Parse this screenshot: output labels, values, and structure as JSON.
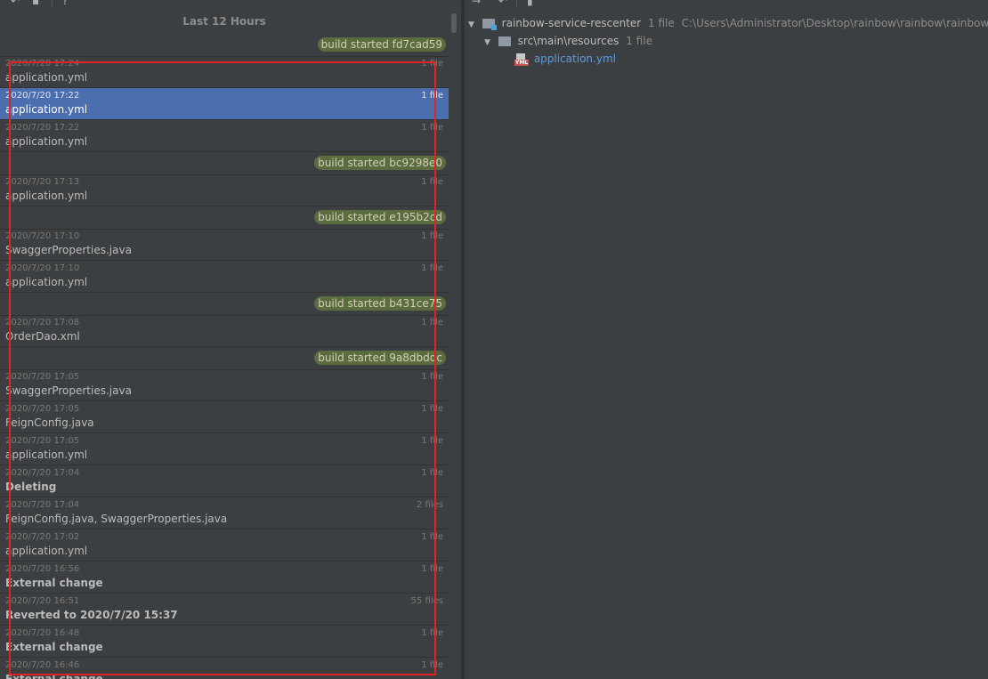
{
  "group_header": "Last 12 Hours",
  "history": [
    {
      "type": "build",
      "label": "build started fd7cad59"
    },
    {
      "type": "change",
      "time": "2020/7/20 17:24",
      "files": "1 file",
      "name": "application.yml",
      "bold": false,
      "selected": false
    },
    {
      "type": "change",
      "time": "2020/7/20 17:22",
      "files": "1 file",
      "name": "application.yml",
      "bold": false,
      "selected": true
    },
    {
      "type": "change",
      "time": "2020/7/20 17:22",
      "files": "1 file",
      "name": "application.yml",
      "bold": false,
      "selected": false
    },
    {
      "type": "build",
      "label": "build started bc9298e0"
    },
    {
      "type": "change",
      "time": "2020/7/20 17:13",
      "files": "1 file",
      "name": "application.yml",
      "bold": false,
      "selected": false
    },
    {
      "type": "build",
      "label": "build started e195b2cd"
    },
    {
      "type": "change",
      "time": "2020/7/20 17:10",
      "files": "1 file",
      "name": "SwaggerProperties.java",
      "bold": false,
      "selected": false
    },
    {
      "type": "change",
      "time": "2020/7/20 17:10",
      "files": "1 file",
      "name": "application.yml",
      "bold": false,
      "selected": false
    },
    {
      "type": "build",
      "label": "build started b431ce75"
    },
    {
      "type": "change",
      "time": "2020/7/20 17:08",
      "files": "1 file",
      "name": "OrderDao.xml",
      "bold": false,
      "selected": false
    },
    {
      "type": "build",
      "label": "build started 9a8dbddc"
    },
    {
      "type": "change",
      "time": "2020/7/20 17:05",
      "files": "1 file",
      "name": "SwaggerProperties.java",
      "bold": false,
      "selected": false
    },
    {
      "type": "change",
      "time": "2020/7/20 17:05",
      "files": "1 file",
      "name": "FeignConfig.java",
      "bold": false,
      "selected": false
    },
    {
      "type": "change",
      "time": "2020/7/20 17:05",
      "files": "1 file",
      "name": "application.yml",
      "bold": false,
      "selected": false
    },
    {
      "type": "change",
      "time": "2020/7/20 17:04",
      "files": "1 file",
      "name": "Deleting",
      "bold": true,
      "selected": false
    },
    {
      "type": "change",
      "time": "2020/7/20 17:04",
      "files": "2 files",
      "name": "FeignConfig.java, SwaggerProperties.java",
      "bold": false,
      "selected": false
    },
    {
      "type": "change",
      "time": "2020/7/20 17:02",
      "files": "1 file",
      "name": "application.yml",
      "bold": false,
      "selected": false
    },
    {
      "type": "change",
      "time": "2020/7/20 16:56",
      "files": "1 file",
      "name": "External change",
      "bold": true,
      "selected": false
    },
    {
      "type": "change",
      "time": "2020/7/20 16:51",
      "files": "55 files",
      "name": "Reverted to 2020/7/20 15:37",
      "bold": true,
      "selected": false
    },
    {
      "type": "change",
      "time": "2020/7/20 16:48",
      "files": "1 file",
      "name": "External change",
      "bold": true,
      "selected": false
    },
    {
      "type": "change",
      "time": "2020/7/20 16:46",
      "files": "1 file",
      "name": "External change",
      "bold": true,
      "selected": false
    }
  ],
  "tree": {
    "module": {
      "name": "rainbow-service-rescenter",
      "count": "1 file",
      "path": "C:\\Users\\Administrator\\Desktop\\rainbow\\rainbow\\rainbow-service-rescenter"
    },
    "folder": {
      "name": "src\\main\\resources",
      "count": "1 file"
    },
    "file": {
      "name": "application.yml",
      "icon_label": "YML"
    }
  },
  "colors": {
    "selection": "#4b6eaf",
    "badge": "#5b6c3f",
    "highlight": "#e02424",
    "link": "#5f9bd7"
  }
}
